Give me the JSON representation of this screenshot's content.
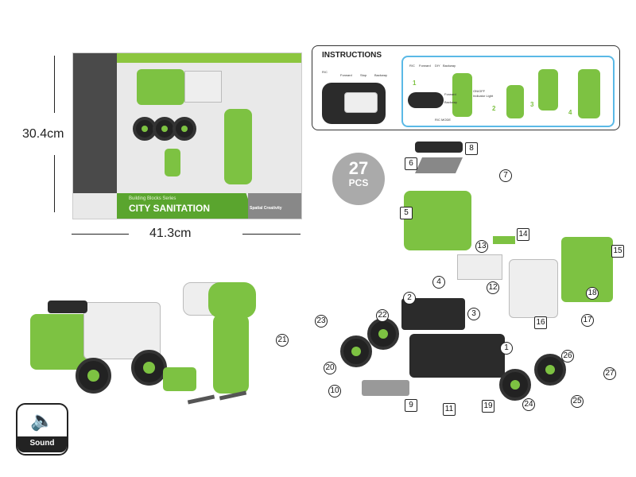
{
  "package": {
    "series": "Building Blocks Series",
    "name": "CITY SANITATION",
    "brand": "Spatial Creativity",
    "height": "30.4cm",
    "width": "41.3cm"
  },
  "instructions": {
    "title": "INSTRUCTIONS",
    "rc_labels": [
      "R/C",
      "Forward",
      "Stop",
      "Backway"
    ],
    "mode_labels": [
      "R/C",
      "Forward",
      "DIY",
      "Backway"
    ],
    "rc_mode": "R/C MODE",
    "controls": [
      "Forward",
      "Backway",
      "ON/OFF",
      "Indicator Light"
    ],
    "steps": [
      "1",
      "2",
      "3",
      "4"
    ]
  },
  "pieces": {
    "count": "27",
    "unit": "PCS"
  },
  "part_labels": [
    "1",
    "2",
    "3",
    "4",
    "5",
    "6",
    "7",
    "8",
    "9",
    "10",
    "11",
    "12",
    "13",
    "14",
    "15",
    "16",
    "17",
    "18",
    "19",
    "20",
    "21",
    "22",
    "23",
    "24",
    "25",
    "26",
    "27"
  ],
  "sound_badge": {
    "label": "Sound",
    "icon": "speaker-icon"
  },
  "colors": {
    "accent_green": "#7dc242",
    "instructions_border": "#5ab9e6",
    "badge_gray": "#aaaaaa"
  }
}
